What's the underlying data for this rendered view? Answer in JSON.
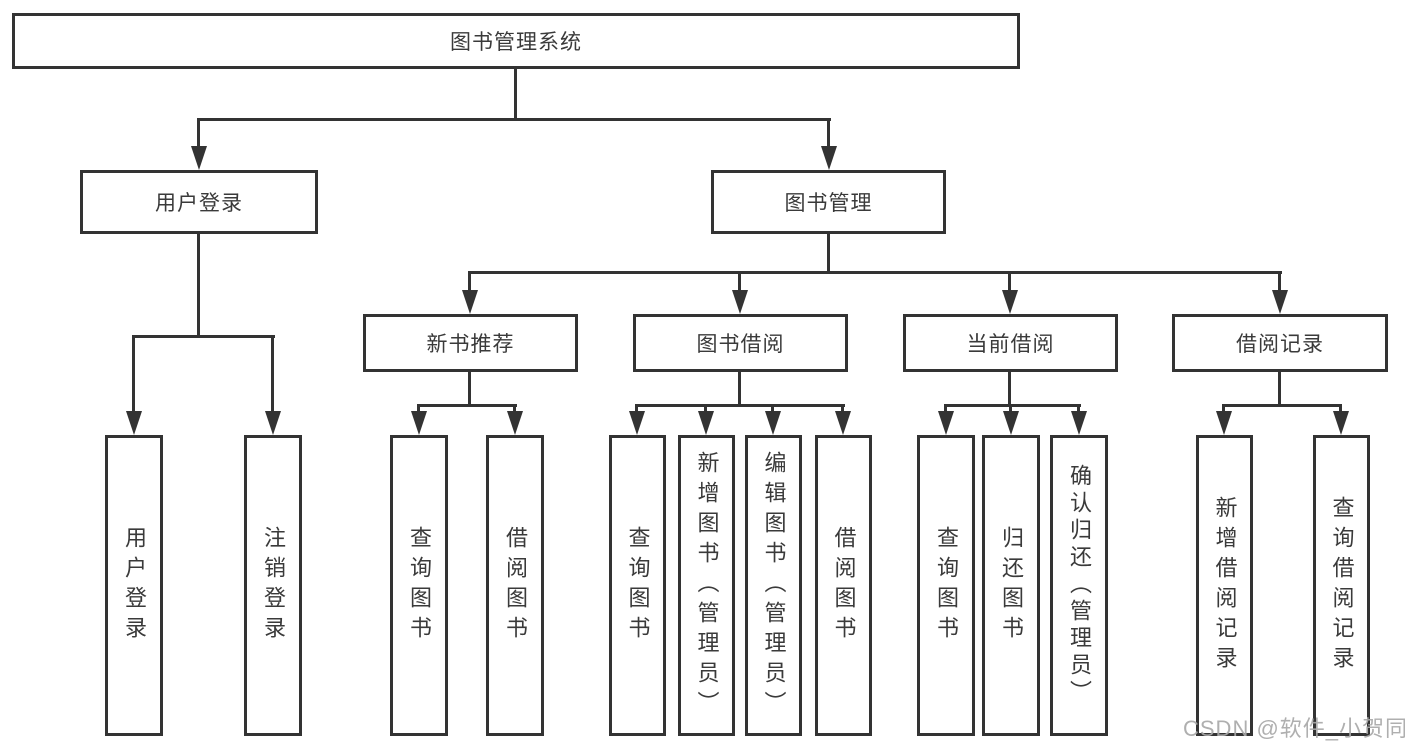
{
  "diagram_title": "图书管理系统",
  "watermark": {
    "text": "CSDN @软件_小贺同学"
  },
  "colors": {
    "line": "#333333",
    "text": "#3a3a3a",
    "box_background": "#ffffff",
    "watermark_text": "#a9a9a9"
  },
  "tree": {
    "label": "图书管理系统",
    "children": [
      {
        "label": "用户登录",
        "children": [
          {
            "label": "用户登录"
          },
          {
            "label": "注销登录"
          }
        ]
      },
      {
        "label": "图书管理",
        "children": [
          {
            "label": "新书推荐",
            "children": [
              {
                "label": "查询图书"
              },
              {
                "label": "借阅图书"
              }
            ]
          },
          {
            "label": "图书借阅",
            "children": [
              {
                "label": "查询图书"
              },
              {
                "label": "新增图书（管理员）"
              },
              {
                "label": "编辑图书（管理员）"
              },
              {
                "label": "借阅图书"
              }
            ]
          },
          {
            "label": "当前借阅",
            "children": [
              {
                "label": "查询图书"
              },
              {
                "label": "归还图书"
              },
              {
                "label": "确认归还（管理员）"
              }
            ]
          },
          {
            "label": "借阅记录",
            "children": [
              {
                "label": "新增借阅记录"
              },
              {
                "label": "查询借阅记录"
              }
            ]
          }
        ]
      }
    ]
  }
}
